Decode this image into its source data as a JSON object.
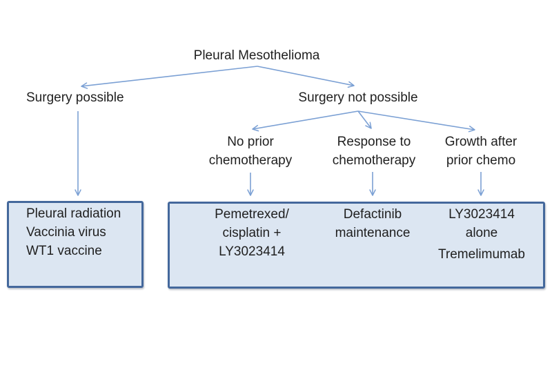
{
  "title": "Pleural Mesothelioma",
  "level1": {
    "surgery_possible": "Surgery possible",
    "surgery_not_possible": "Surgery not possible"
  },
  "level2": {
    "no_prior_chemo": {
      "line1": "No prior",
      "line2": "chemotherapy"
    },
    "response_to_chemo": {
      "line1": "Response to",
      "line2": "chemotherapy"
    },
    "growth_after_chemo": {
      "line1": "Growth after",
      "line2": "prior chemo"
    }
  },
  "boxes": {
    "surgery_possible_treatments": {
      "lines": [
        "Pleural radiation",
        "Vaccinia virus",
        "WT1 vaccine"
      ]
    },
    "surgery_not_possible_treatments": {
      "columns": [
        {
          "lines": [
            "Pemetrexed/",
            "cisplatin +",
            "LY3023414"
          ]
        },
        {
          "lines": [
            "Defactinib",
            "maintenance"
          ]
        },
        {
          "lines": [
            "LY3023414",
            "alone"
          ],
          "extra": "Tremelimumab"
        }
      ]
    }
  },
  "colors": {
    "background": "#ffffff",
    "box_fill": "#dce6f2",
    "box_border": "#44689c",
    "arrow": "#7ba0d4",
    "text": "#1f1f1f"
  }
}
